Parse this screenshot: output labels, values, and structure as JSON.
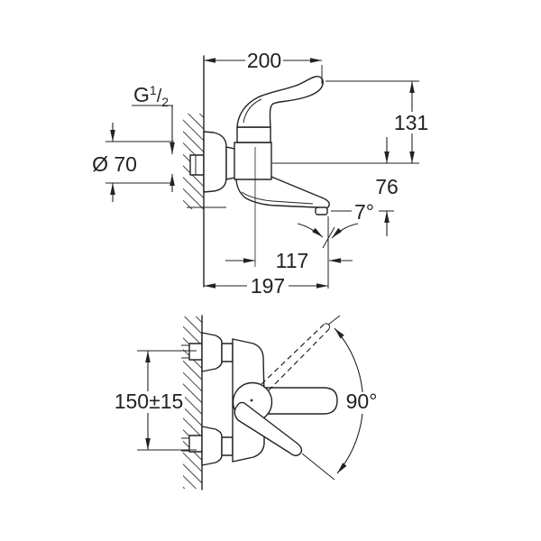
{
  "page": {
    "background": "#ffffff",
    "line_color": "#222222",
    "description": "Technical installation drawing of a wall-mounted single-lever basin mixer with long lever, side view and top view"
  },
  "side_view": {
    "dimensions": {
      "projection_width": "200",
      "lever_height": "131",
      "spout_drop": "76",
      "spout_angle": "7°",
      "spout_reach": "117",
      "total_reach": "197",
      "escutcheon_diameter": "Ø 70",
      "thread": {
        "base": "G",
        "numerator": "1",
        "slash": "/",
        "denominator": "2"
      }
    }
  },
  "top_view": {
    "dimensions": {
      "inlet_spacing": "150±15",
      "swivel_angle": "90°"
    }
  }
}
